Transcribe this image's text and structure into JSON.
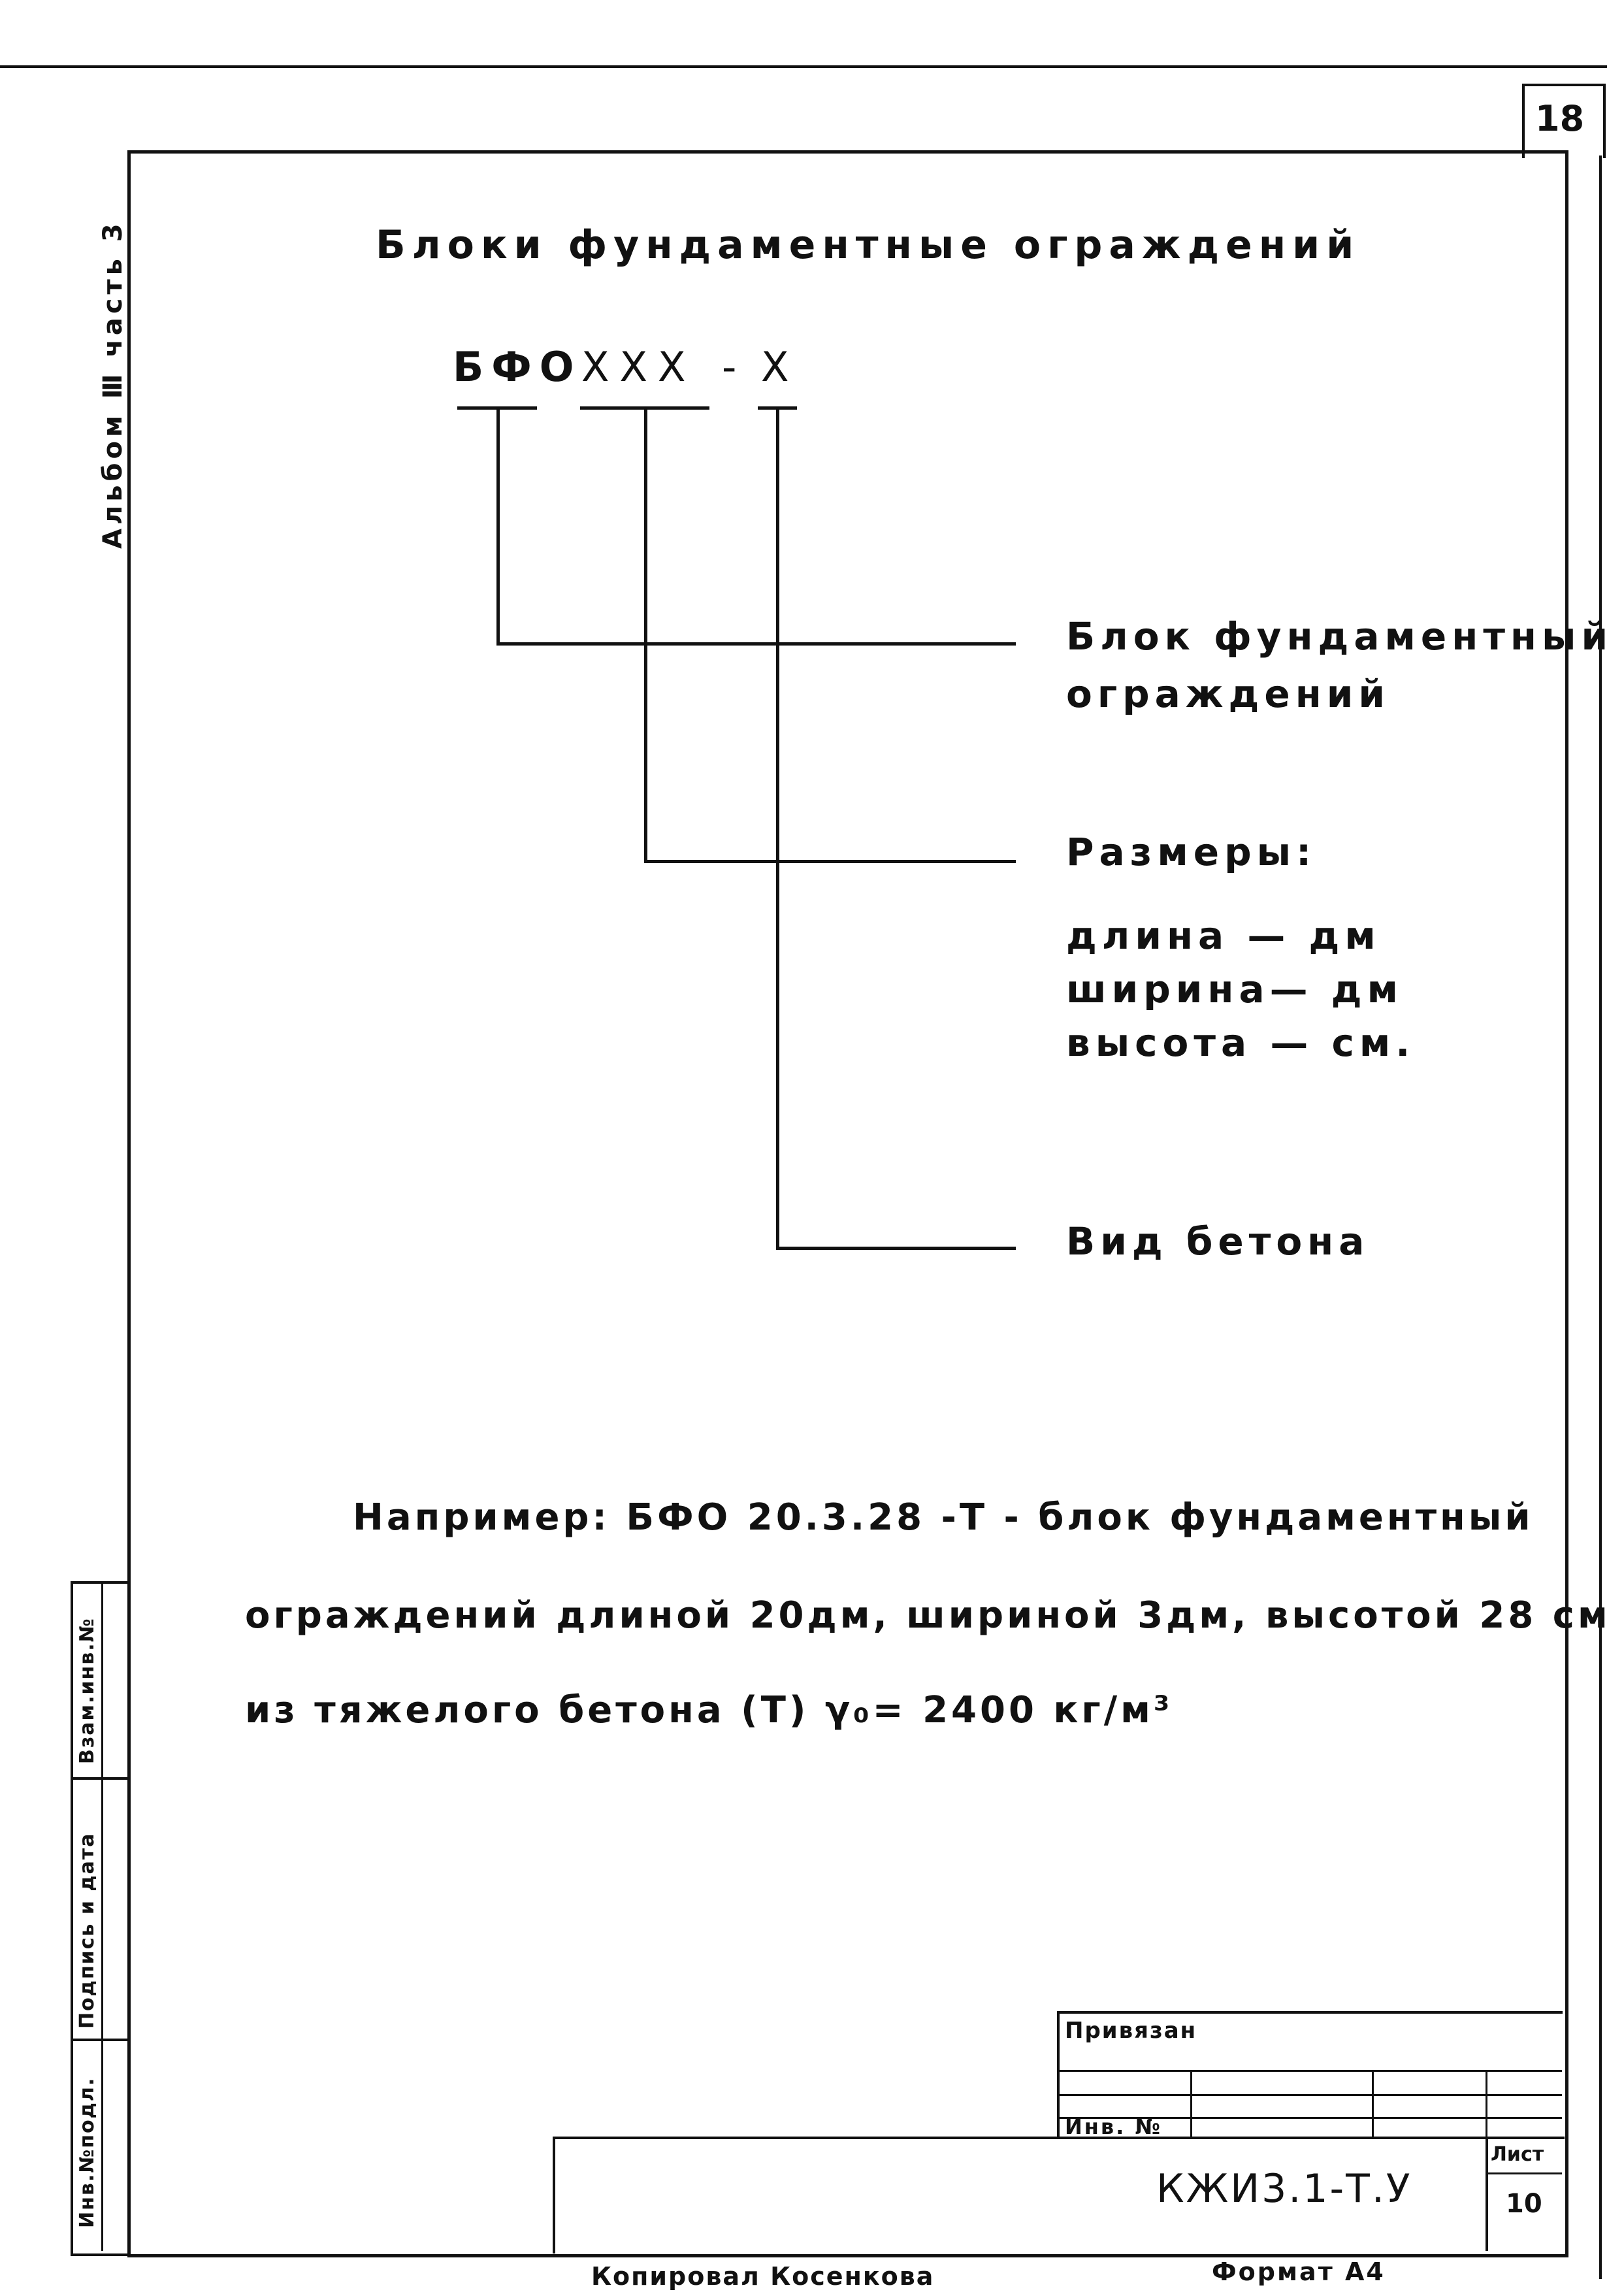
{
  "sheet": {
    "page_number": "18",
    "album_label": "Альбом Ⅲ часть 3",
    "side_labels": {
      "vzam_inv": "Взам.инв.№",
      "podpis_data": "Подпись и дата",
      "inv_podl": "Инв.№подл."
    }
  },
  "content": {
    "title": "Блоки фундаментные ограждений",
    "designation": {
      "prefix": "БФО",
      "sizes": "XXX",
      "dash": "-",
      "type": "X"
    },
    "legend": {
      "block": [
        "Блок фундаментный",
        "ограждений"
      ],
      "sizes_title": "Размеры:",
      "sizes_lines": [
        "длина — дм",
        "ширина— дм",
        "высота — см."
      ],
      "concrete": "Вид бетона"
    },
    "example": [
      "Например: БФО 20.3.28 -Т - блок фундаментный",
      "ограждений длиной 20дм, шириной 3дм, высотой 28 см",
      "из тяжелого бетона (Т) γ₀= 2400 кг/м³"
    ]
  },
  "title_block": {
    "privyazan": "Привязан",
    "inv_no": "Инв. №",
    "doc_code": "КЖИ3.1-Т.У",
    "list_label": "Лист",
    "list_no": "10"
  },
  "footer": {
    "copied_by": "Копировал Косенкова",
    "format": "Формат А4"
  }
}
